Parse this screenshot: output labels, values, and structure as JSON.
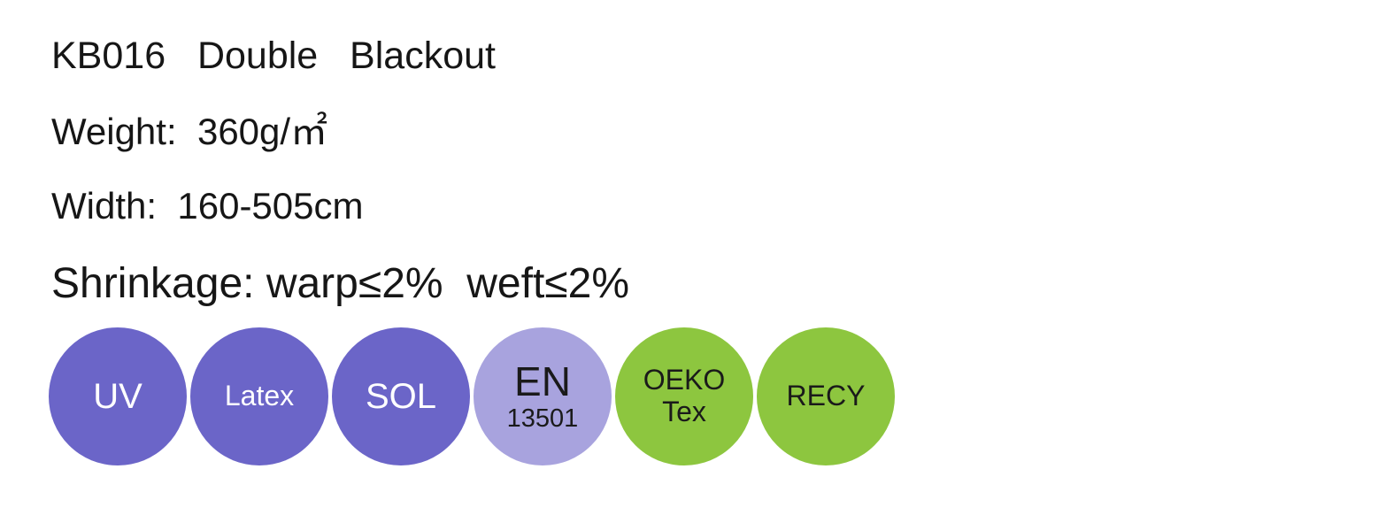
{
  "theme": {
    "text_color": "#161616",
    "badge_purple": "#6b65c8",
    "badge_light_purple": "#a8a3de",
    "badge_green": "#8dc63f"
  },
  "product": {
    "title": "KB016   Double   Blackout",
    "weight": "Weight:  360g/㎡",
    "width": "Width:  160-505cm",
    "shrinkage": "Shrinkage: warp≤2%  weft≤2%"
  },
  "badges": [
    {
      "line1": "UV",
      "line2": "",
      "bg": "#6b65c8",
      "fg": "#ffffff"
    },
    {
      "line1": "Latex",
      "line2": "",
      "bg": "#6b65c8",
      "fg": "#ffffff"
    },
    {
      "line1": "SOL",
      "line2": "",
      "bg": "#6b65c8",
      "fg": "#ffffff"
    },
    {
      "line1": "EN",
      "line2": "13501",
      "bg": "#a8a3de",
      "fg": "#1a1a1a"
    },
    {
      "line1": "OEKO",
      "line2": "Tex",
      "bg": "#8dc63f",
      "fg": "#1a1a1a"
    },
    {
      "line1": "RECY",
      "line2": "",
      "bg": "#8dc63f",
      "fg": "#1a1a1a"
    }
  ]
}
